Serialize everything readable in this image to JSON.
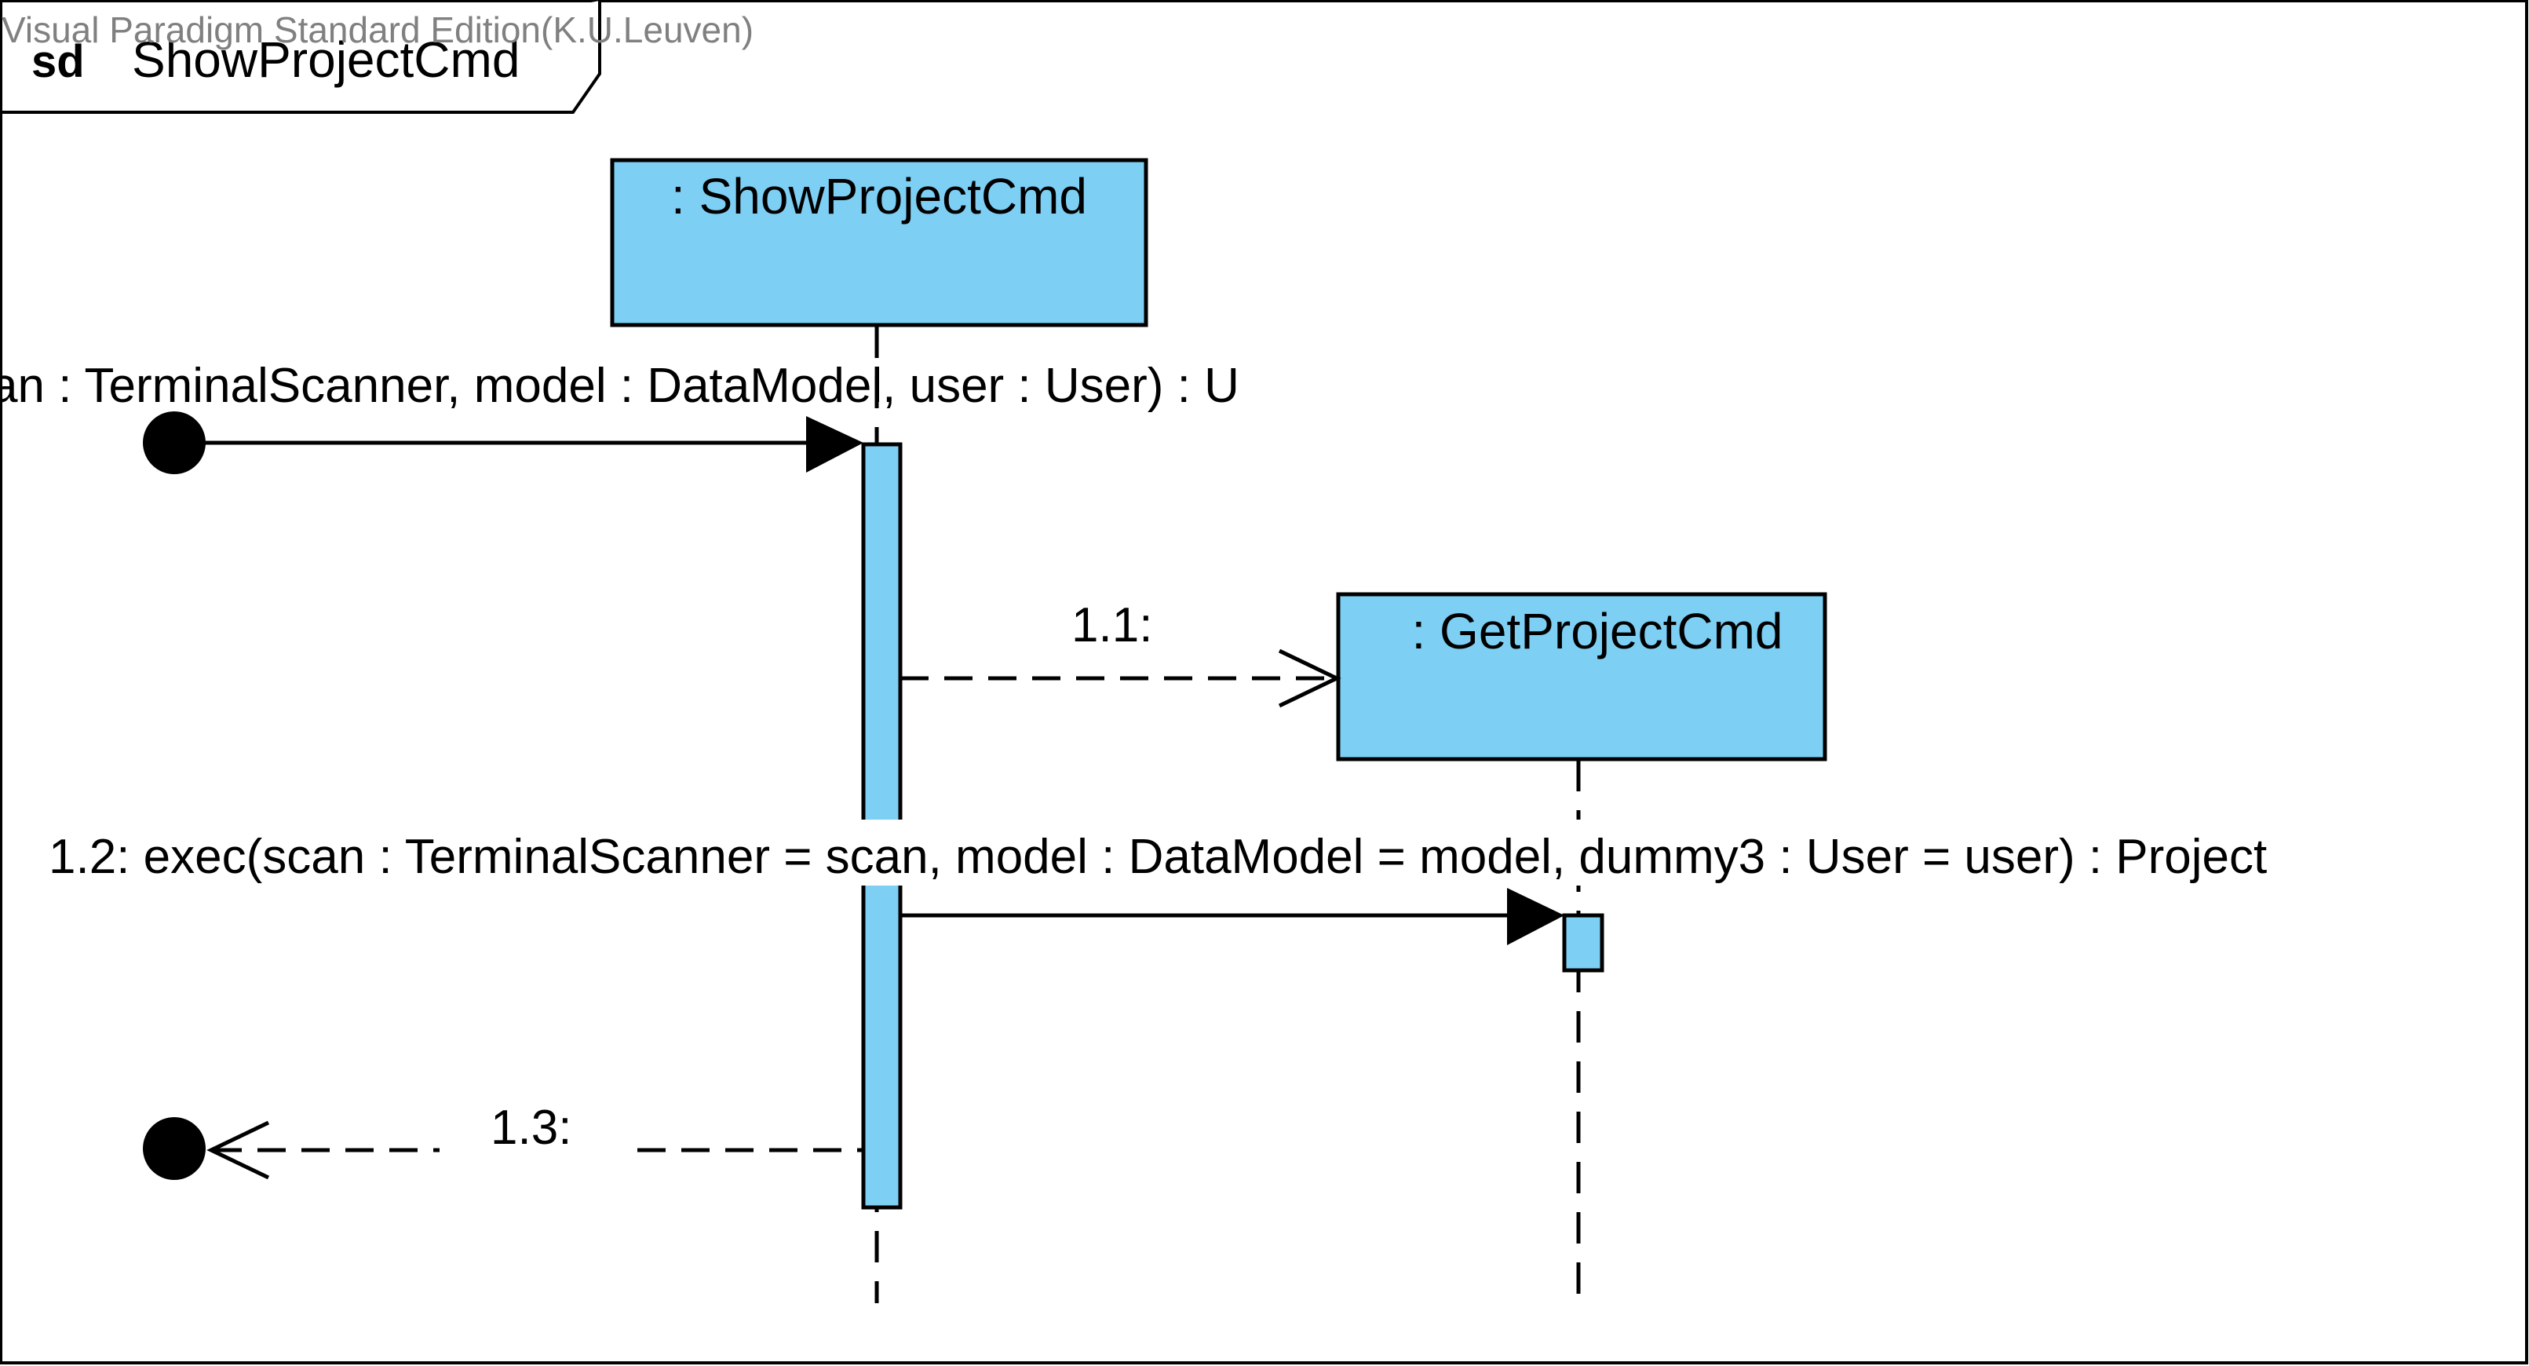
{
  "watermark": "Visual Paradigm Standard Edition(K.U.Leuven)",
  "frame": {
    "keyword": "sd",
    "name": "ShowProjectCmd"
  },
  "lifelines": [
    {
      "id": "showprojectcmd",
      "label": ": ShowProjectCmd"
    },
    {
      "id": "getprojectcmd",
      "label": ": GetProjectCmd"
    }
  ],
  "messages": [
    {
      "id": "m1",
      "label": "an : TerminalScanner, model : DataModel, user : User) : U",
      "kind": "found-call"
    },
    {
      "id": "m1_1",
      "label": "1.1:",
      "kind": "create"
    },
    {
      "id": "m1_2",
      "label": "1.2: exec(scan : TerminalScanner = scan, model : DataModel = model, dummy3 : User = user) : Project",
      "kind": "call"
    },
    {
      "id": "m1_3",
      "label": "1.3:",
      "kind": "lost-return"
    }
  ],
  "colors": {
    "lifeline_fill": "#7ecff4",
    "stroke": "#000000",
    "watermark": "#808080"
  }
}
